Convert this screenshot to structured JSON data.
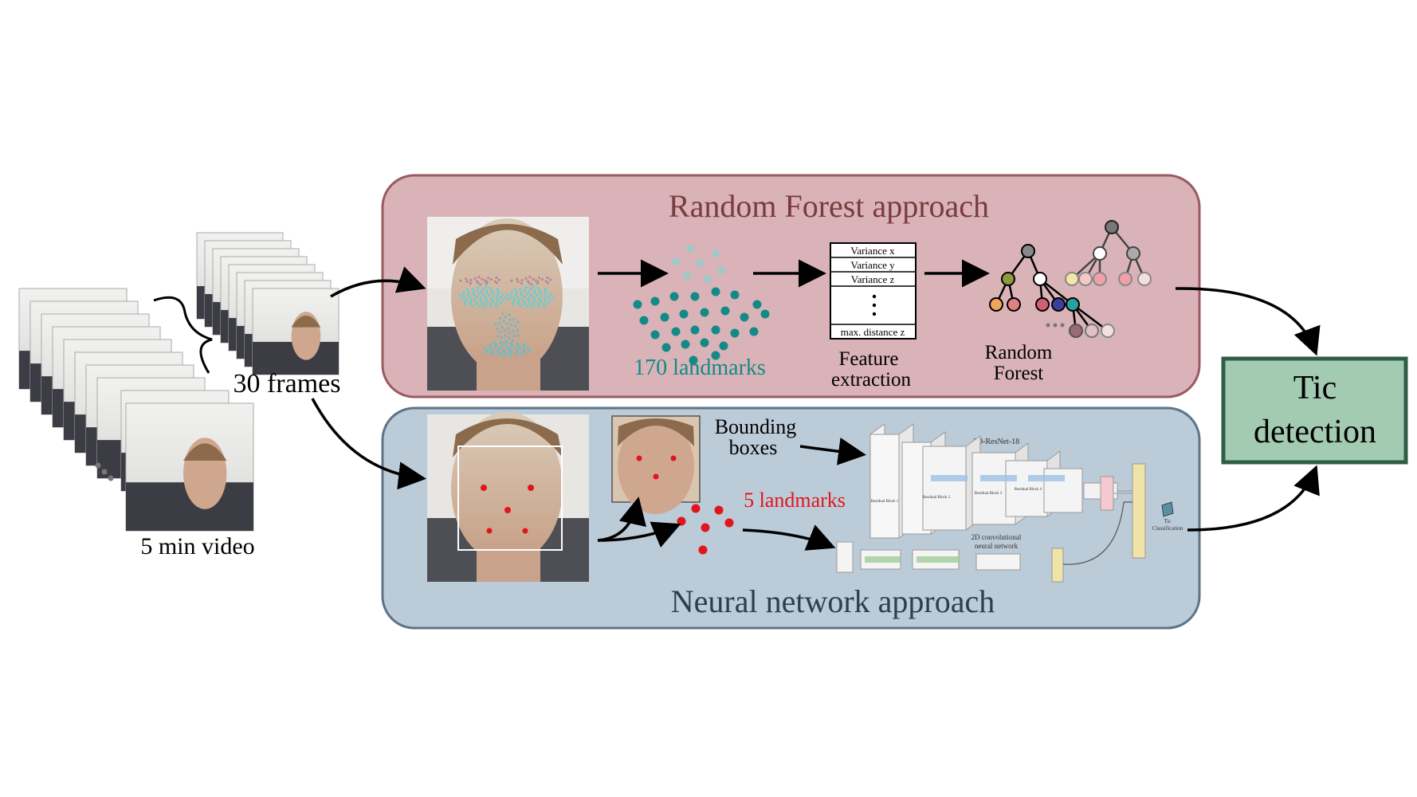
{
  "video": {
    "label": "5 min video"
  },
  "frames": {
    "label": "30 frames"
  },
  "rf": {
    "title": "Random Forest approach",
    "landmarks_label": "170 landmarks",
    "features": [
      "Variance x",
      "Variance y",
      "Variance z",
      "max. distance z"
    ],
    "feature_label": [
      "Feature",
      "extraction"
    ],
    "forest_label": [
      "Random",
      "Forest"
    ]
  },
  "nn": {
    "title": "Neural network approach",
    "bbox_label": [
      "Bounding",
      "boxes"
    ],
    "landmarks_label": "5 landmarks",
    "resnet_label": "3D-ResNet-18",
    "cnn_label": [
      "2D convolutional",
      "neural network"
    ],
    "blocks": [
      "Residual Block 1",
      "Residual Block 2",
      "Residual Block 3",
      "Residual Block 4"
    ],
    "tic_class_label": [
      "Tic",
      "Classification"
    ]
  },
  "output": {
    "label": [
      "Tic",
      "detection"
    ]
  },
  "colors": {
    "rf_fill": "#d9b3b8",
    "rf_stroke": "#9a5a62",
    "nn_fill": "#bccbd8",
    "nn_stroke": "#5d7488",
    "out_fill": "#a3cbb2",
    "out_stroke": "#2f5e46",
    "teal": "#138a86",
    "red": "#e1151b"
  }
}
